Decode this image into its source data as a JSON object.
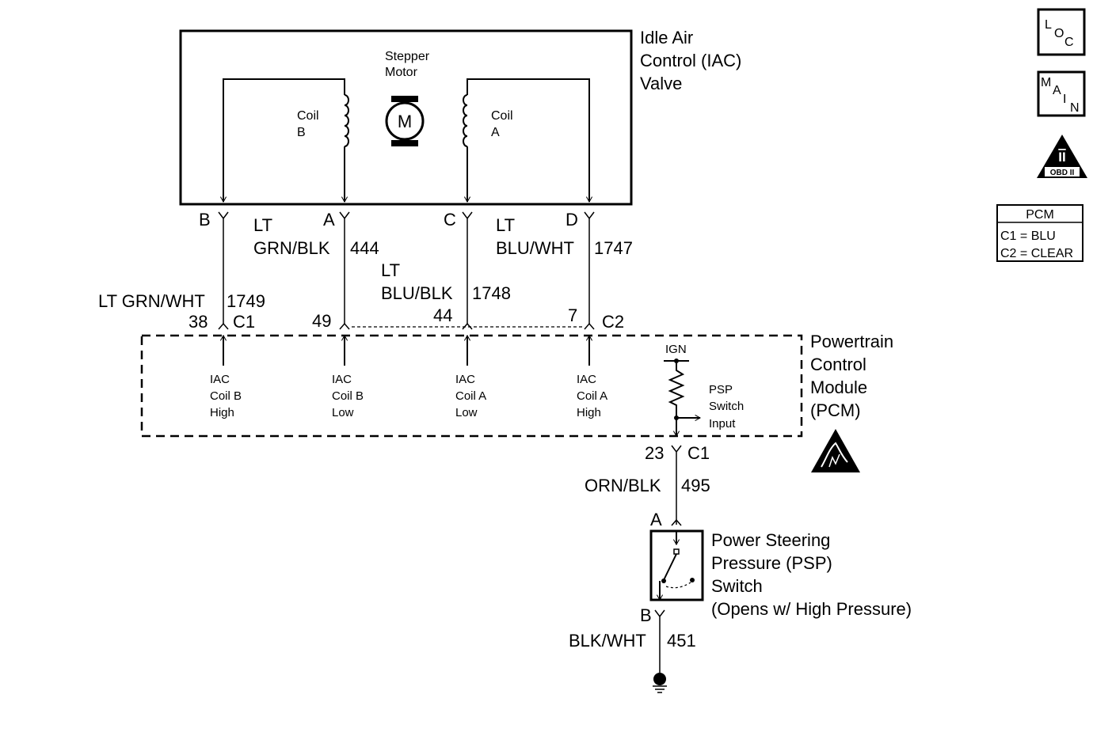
{
  "iac_valve": {
    "title_l1": "Idle Air",
    "title_l2": "Control (IAC)",
    "title_l3": "Valve",
    "motor_l1": "Stepper",
    "motor_l2": "Motor",
    "motor_symbol": "M",
    "coil_b_l1": "Coil",
    "coil_b_l2": "B",
    "coil_a_l1": "Coil",
    "coil_a_l2": "A"
  },
  "valve_pins": {
    "b": "B",
    "a": "A",
    "c": "C",
    "d": "D"
  },
  "wires": {
    "w444_color_l1": "LT",
    "w444_color_l2": "GRN/BLK",
    "w444_circuit": "444",
    "w1748_color_l1": "LT",
    "w1748_color_l2": "BLU/BLK",
    "w1748_circuit": "1748",
    "w1747_color_l1": "LT",
    "w1747_color_l2": "BLU/WHT",
    "w1747_circuit": "1747",
    "w1749_color": "LT GRN/WHT",
    "w1749_circuit": "1749",
    "w495_color": "ORN/BLK",
    "w495_circuit": "495",
    "w451_color": "BLK/WHT",
    "w451_circuit": "451"
  },
  "pcm_pins": {
    "p38": "38",
    "c1_left": "C1",
    "p49": "49",
    "p44": "44",
    "p7": "7",
    "c2": "C2",
    "p23": "23",
    "c1_bottom": "C1"
  },
  "pcm": {
    "title_l1": "Powertrain",
    "title_l2": "Control",
    "title_l3": "Module",
    "title_l4": "(PCM)",
    "ign": "IGN",
    "circuits": [
      {
        "l1": "IAC",
        "l2": "Coil B",
        "l3": "High"
      },
      {
        "l1": "IAC",
        "l2": "Coil B",
        "l3": "Low"
      },
      {
        "l1": "IAC",
        "l2": "Coil A",
        "l3": "Low"
      },
      {
        "l1": "IAC",
        "l2": "Coil A",
        "l3": "High"
      }
    ],
    "psp_l1": "PSP",
    "psp_l2": "Switch",
    "psp_l3": "Input"
  },
  "psp_switch": {
    "pin_a": "A",
    "pin_b": "B",
    "title_l1": "Power Steering",
    "title_l2": "Pressure (PSP)",
    "title_l3": "Switch",
    "title_l4": "(Opens w/ High Pressure)"
  },
  "legend": {
    "loc_l": "L",
    "loc_o": "O",
    "loc_c": "C",
    "main_m": "M",
    "main_a": "A",
    "main_i": "I",
    "main_n": "N",
    "obd_symbol": "II",
    "obd_label": "OBD II",
    "pcm_title": "PCM",
    "pcm_c1": "C1 = BLU",
    "pcm_c2": "C2 = CLEAR"
  },
  "icons": {
    "esd": "esd-warning-icon",
    "ground": "ground-icon",
    "motor": "stepper-motor-icon",
    "obd": "obd-ii-icon"
  }
}
